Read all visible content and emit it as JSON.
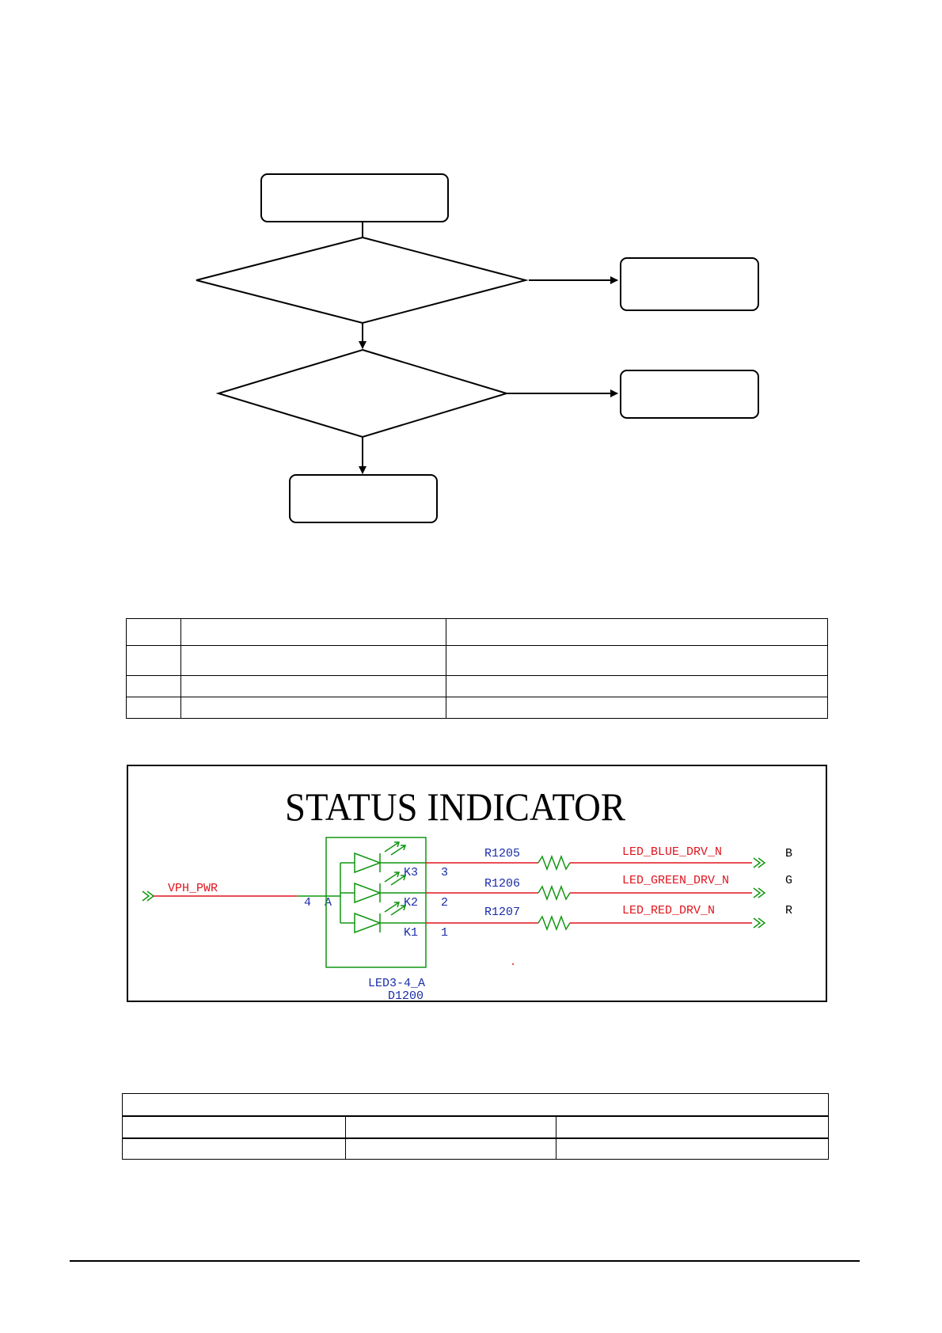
{
  "schematic": {
    "title": "STATUS INDICATOR",
    "input_net": "VPH_PWR",
    "anode_pin": "4",
    "anode_label": "A",
    "component_type": "LED3-4_A",
    "component_ref": "D1200",
    "channels": [
      {
        "cathode": "K3",
        "pin": "3",
        "resistor": "R1205",
        "net": "LED_BLUE_DRV_N",
        "port": "B"
      },
      {
        "cathode": "K2",
        "pin": "2",
        "resistor": "R1206",
        "net": "LED_GREEN_DRV_N",
        "port": "G"
      },
      {
        "cathode": "K1",
        "pin": "1",
        "resistor": "R1207",
        "net": "LED_RED_DRV_N",
        "port": "R"
      }
    ]
  },
  "colors": {
    "wire": "#e0141e",
    "component": "#109610",
    "ref_text": "#1a2ca8",
    "line": "#000000"
  }
}
